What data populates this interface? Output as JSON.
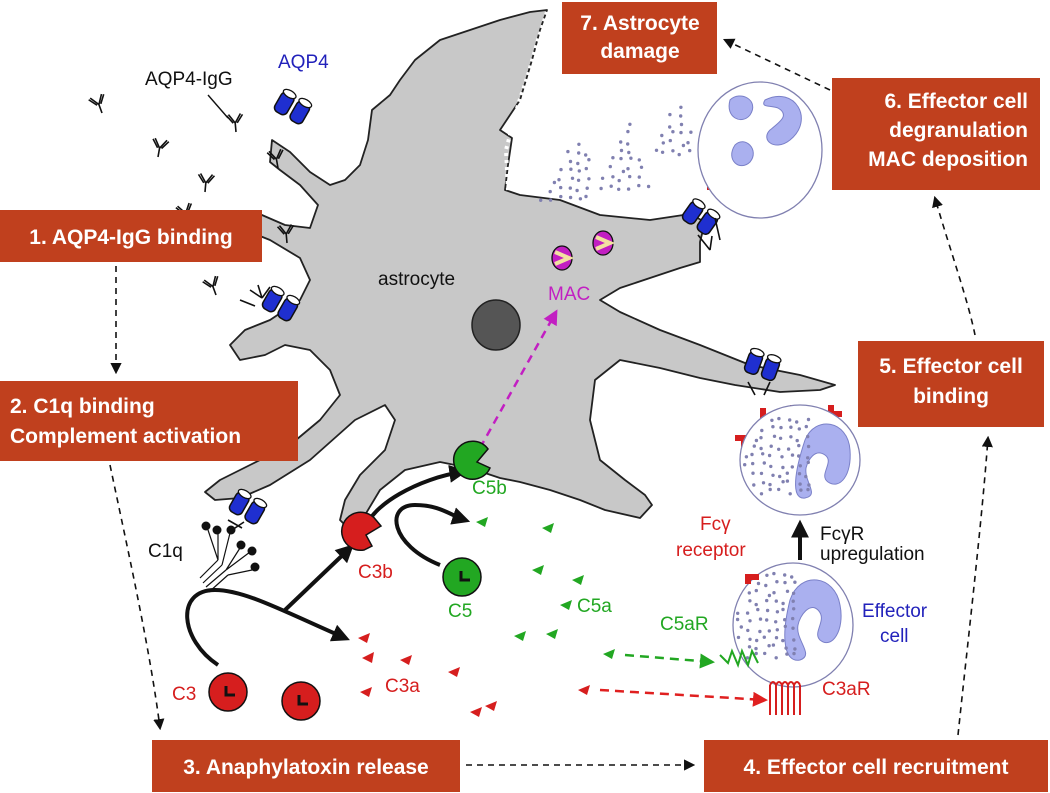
{
  "steps": {
    "s1": "1. AQP4-IgG binding",
    "s2_line1": "2. C1q binding",
    "s2_line2": "Complement activation",
    "s3": "3. Anaphylatoxin release",
    "s4": "4. Effector cell recruitment",
    "s5_line1": "5. Effector cell",
    "s5_line2": "binding",
    "s6_line1": "6. Effector cell",
    "s6_line2": "degranulation",
    "s6_line3": "MAC deposition",
    "s7_line1": "7. Astrocyte",
    "s7_line2": "damage"
  },
  "labels": {
    "aqp4_igg": "AQP4-IgG",
    "aqp4": "AQP4",
    "astrocyte": "astrocyte",
    "mac": "MAC",
    "c1q": "C1q",
    "c3": "C3",
    "c3a": "C3a",
    "c3b": "C3b",
    "c5": "C5",
    "c5a": "C5a",
    "c5b": "C5b",
    "c5ar": "C5aR",
    "c3ar": "C3aR",
    "fcg_receptor_line1": "Fcγ",
    "fcg_receptor_line2": "receptor",
    "fcgr_up_line1": "FcγR",
    "fcgr_up_line2": "upregulation",
    "effector_line1": "Effector",
    "effector_line2": "cell"
  },
  "colors": {
    "step_box": "#c0401e",
    "astrocyte": "#c8c8c8",
    "aqp4_channel": "#1f2fd0",
    "complement_c3": "#d61e1e",
    "complement_c5": "#22a722",
    "mac": "#c21fc2",
    "effector_nucleus": "#aab0ef",
    "granules": "#8080b0"
  },
  "icons": [
    "antibody-icon",
    "aqp4-channel-icon",
    "complement-c3-icon",
    "complement-c5-icon",
    "mac-pore-icon",
    "fc-receptor-icon",
    "effector-cell-icon",
    "granule-cloud-icon",
    "receptor-coil-icon"
  ]
}
